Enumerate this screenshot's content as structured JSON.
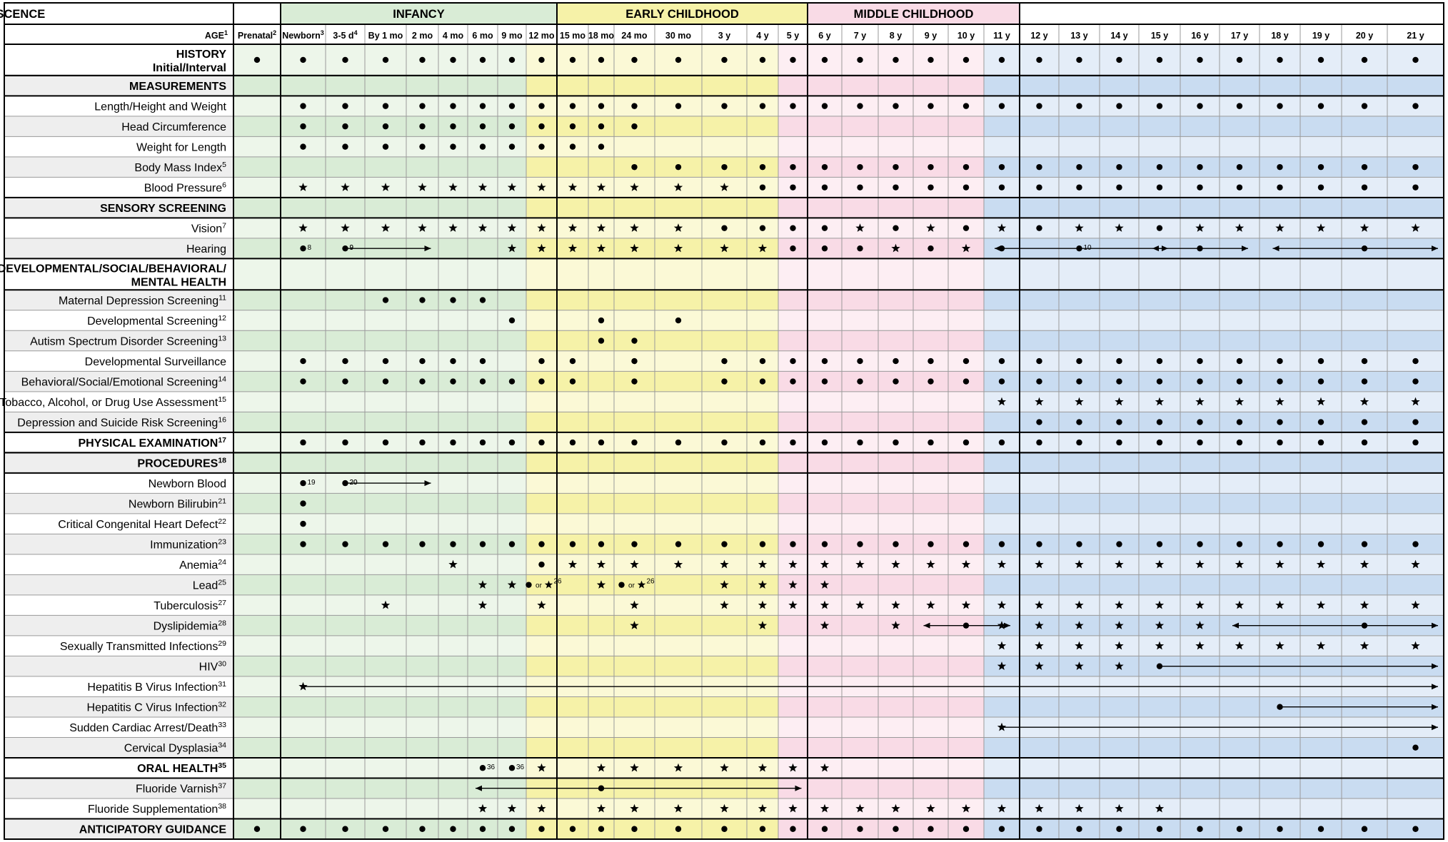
{
  "columns": [
    {
      "label": "Prenatal",
      "sup": "2",
      "period": "infancy"
    },
    {
      "label": "Newborn",
      "sup": "3",
      "period": "infancy"
    },
    {
      "label": "3-5 d",
      "sup": "4",
      "period": "infancy"
    },
    {
      "label": "By 1 mo",
      "sup": "",
      "period": "infancy"
    },
    {
      "label": "2 mo",
      "sup": "",
      "period": "infancy"
    },
    {
      "label": "4 mo",
      "sup": "",
      "period": "infancy"
    },
    {
      "label": "6 mo",
      "sup": "",
      "period": "infancy"
    },
    {
      "label": "9 mo",
      "sup": "",
      "period": "infancy"
    },
    {
      "label": "12 mo",
      "sup": "",
      "period": "early"
    },
    {
      "label": "15 mo",
      "sup": "",
      "period": "early"
    },
    {
      "label": "18 mo",
      "sup": "",
      "period": "early"
    },
    {
      "label": "24 mo",
      "sup": "",
      "period": "early"
    },
    {
      "label": "30 mo",
      "sup": "",
      "period": "early"
    },
    {
      "label": "3 y",
      "sup": "",
      "period": "early"
    },
    {
      "label": "4 y",
      "sup": "",
      "period": "early"
    },
    {
      "label": "5 y",
      "sup": "",
      "period": "middle"
    },
    {
      "label": "6 y",
      "sup": "",
      "period": "middle"
    },
    {
      "label": "7 y",
      "sup": "",
      "period": "middle"
    },
    {
      "label": "8 y",
      "sup": "",
      "period": "middle"
    },
    {
      "label": "9 y",
      "sup": "",
      "period": "middle"
    },
    {
      "label": "10 y",
      "sup": "",
      "period": "middle"
    },
    {
      "label": "11 y",
      "sup": "",
      "period": "adolescence"
    },
    {
      "label": "12 y",
      "sup": "",
      "period": "adolescence"
    },
    {
      "label": "13 y",
      "sup": "",
      "period": "adolescence"
    },
    {
      "label": "14 y",
      "sup": "",
      "period": "adolescence"
    },
    {
      "label": "15 y",
      "sup": "",
      "period": "adolescence"
    },
    {
      "label": "16 y",
      "sup": "",
      "period": "adolescence"
    },
    {
      "label": "17 y",
      "sup": "",
      "period": "adolescence"
    },
    {
      "label": "18 y",
      "sup": "",
      "period": "adolescence"
    },
    {
      "label": "19 y",
      "sup": "",
      "period": "adolescence"
    },
    {
      "label": "20 y",
      "sup": "",
      "period": "adolescence"
    },
    {
      "label": "21 y",
      "sup": "",
      "period": "adolescence"
    }
  ],
  "periods": [
    {
      "key": "infancy",
      "label": "INFANCY",
      "from": 0,
      "to": 7
    },
    {
      "key": "early",
      "label": "EARLY CHILDHOOD",
      "from": 8,
      "to": 14
    },
    {
      "key": "middle",
      "label": "MIDDLE CHILDHOOD",
      "from": 15,
      "to": 20
    },
    {
      "key": "adolescence",
      "label": "ADOLESCENCE",
      "from": 21,
      "to": 31
    }
  ],
  "age_header": {
    "label": "AGE",
    "sup": "1"
  },
  "colors": {
    "infancy": {
      "dark": "#d9ecd6",
      "light": "#edf6ea",
      "header": "#d9ecd6"
    },
    "early": {
      "dark": "#f6f2a8",
      "light": "#fbf9d6",
      "header": "#f6f2a8"
    },
    "middle": {
      "dark": "#f9dbe6",
      "light": "#fdeef3",
      "header": "#f9dbe6"
    },
    "adolescence": {
      "dark": "#c9dcf1",
      "light": "#e4edf8",
      "header": "#c9dcf1"
    },
    "label_dark": "#eeeeee",
    "label_light": "#ffffff",
    "grid": "#9a9a9a",
    "border": "#000000"
  },
  "rows": [
    {
      "label": "HISTORY",
      "sublabel": "Initial/Interval",
      "sup": "",
      "bold": true,
      "cells": "DDDDDDDDDDDDDDDDDDDDDDDDDDDDDDDD"
    },
    {
      "label": "MEASUREMENTS",
      "sup": "",
      "bold": true,
      "cells": "________________________________"
    },
    {
      "label": "Length/Height and Weight",
      "sup": "",
      "cells": "_DDDDDDDDDDDDDDDDDDDDDDDDDDDDDDD"
    },
    {
      "label": "Head Circumference",
      "sup": "",
      "cells": "_DDDDDDDDDDD____________________"
    },
    {
      "label": "Weight for Length",
      "sup": "",
      "cells": "_DDDDDDDDDD_____________________"
    },
    {
      "label": "Body Mass Index",
      "sup": "5",
      "cells": "___________DDDDDDDDDDDDDDDDDDDDD"
    },
    {
      "label": "Blood Pressure",
      "sup": "6",
      "cells": "_SSSSSSSSSSSSSDDDDDDDDDDDDDDDDDD"
    },
    {
      "label": "SENSORY SCREENING",
      "sup": "",
      "bold": true,
      "cells": "________________________________"
    },
    {
      "label": "Vision",
      "sup": "7",
      "cells": "_SSSSSSSSSSSSDDDDSDSDSDSSDSSSSSS"
    },
    {
      "label": "Hearing",
      "sup": "",
      "cells": "_D_____SSSSSSSSDDDSDSD__________",
      "notes": [
        {
          "col": 1,
          "fn": "8"
        },
        {
          "col": 2,
          "fn": "9"
        }
      ],
      "arrows": [
        {
          "from": 2,
          "to": 4,
          "dot": 2,
          "fn": "9"
        },
        {
          "from": 21,
          "to": 25,
          "dot": 23,
          "fn": "10"
        },
        {
          "from": 25,
          "to": 27,
          "dot": 26,
          "fn": ""
        },
        {
          "from": 28,
          "to": 31,
          "dot": 30,
          "fn": ""
        }
      ]
    },
    {
      "label": "DEVELOPMENTAL/SOCIAL/BEHAVIORAL/",
      "sublabel": "MENTAL HEALTH",
      "sup": "",
      "bold": true,
      "cells": "________________________________"
    },
    {
      "label": "Maternal Depression Screening",
      "sup": "11",
      "cells": "___DDDD_________________________"
    },
    {
      "label": "Developmental Screening",
      "sup": "12",
      "cells": "_______D__D_D___________________"
    },
    {
      "label": "Autism Spectrum Disorder Screening",
      "sup": "13",
      "cells": "__________DD____________________"
    },
    {
      "label": "Developmental Surveillance",
      "sup": "",
      "cells": "_DDDDDD_DD_D_DDDDDDDDDDDDDDDDDDD"
    },
    {
      "label": "Behavioral/Social/Emotional Screening",
      "sup": "14",
      "cells": "_DDDDDDDDD_D_DDDDDDDDDDDDDDDDDDD"
    },
    {
      "label": "Tobacco, Alcohol, or Drug Use Assessment",
      "sup": "15",
      "cells": "_____________________SSSSSSSSSSS"
    },
    {
      "label": "Depression and Suicide Risk Screening",
      "sup": "16",
      "cells": "______________________DDDDDDDDDD"
    },
    {
      "label": "PHYSICAL EXAMINATION",
      "sup": "17",
      "bold": true,
      "cells": "_DDDDDDDDDDDDDDDDDDDDDDDDDDDDDDD"
    },
    {
      "label": "PROCEDURES",
      "sup": "18",
      "bold": true,
      "cells": "________________________________"
    },
    {
      "label": "Newborn Blood",
      "sup": "",
      "cells": "_DD_____________________________",
      "notes": [
        {
          "col": 1,
          "fn": "19"
        },
        {
          "col": 2,
          "fn": "20"
        }
      ],
      "arrows": [
        {
          "from": 2,
          "to": 4,
          "dot": 2,
          "fn": "20"
        }
      ]
    },
    {
      "label": "Newborn Bilirubin",
      "sup": "21",
      "cells": "_D______________________________"
    },
    {
      "label": "Critical Congenital Heart Defect",
      "sup": "22",
      "cells": "_D______________________________"
    },
    {
      "label": "Immunization",
      "sup": "23",
      "cells": "_DDDDDDDDDDDDDDDDDDDDDDDDDDDDDDD"
    },
    {
      "label": "Anemia",
      "sup": "24",
      "cells": "_____S__DSSSSSSSSSSSSSSSSSSSSSSS"
    },
    {
      "label": "Lead",
      "sup": "25",
      "cells": "______SSO_SO_SSSS_______________",
      "or_text": "or",
      "or_fn": "26"
    },
    {
      "label": "Tuberculosis",
      "sup": "27",
      "cells": "___S__S_S__S_SSSSSSSSSSSSSSSSSSS"
    },
    {
      "label": "Dyslipidemia",
      "sup": "28",
      "cells": "___________S__S_S_S__SSSSSS_____",
      "arrows": [
        {
          "from": 19,
          "to": 21,
          "dot": 20,
          "fn": ""
        },
        {
          "from": 27,
          "to": 31,
          "dot": 30,
          "fn": ""
        }
      ]
    },
    {
      "label": "Sexually Transmitted Infections",
      "sup": "29",
      "cells": "_____________________SSSSSSSSSSS"
    },
    {
      "label": "HIV",
      "sup": "30",
      "cells": "_____________________SSSS_______",
      "arrows": [
        {
          "from": 25,
          "to": 31,
          "dot": 25,
          "fn": "",
          "left": false
        }
      ]
    },
    {
      "label": "Hepatitis B Virus Infection",
      "sup": "31",
      "cells": "________________________________",
      "arrows": [
        {
          "from": 1,
          "to": 31,
          "star": 1,
          "fn": "",
          "left": false
        }
      ]
    },
    {
      "label": "Hepatitis C Virus Infection",
      "sup": "32",
      "cells": "________________________________",
      "arrows": [
        {
          "from": 28,
          "to": 31,
          "dot": 28,
          "fn": "",
          "left": false
        }
      ]
    },
    {
      "label": "Sudden Cardiac Arrest/Death",
      "sup": "33",
      "cells": "________________________________",
      "arrows": [
        {
          "from": 21,
          "to": 31,
          "star": 21,
          "fn": "",
          "left": false
        }
      ]
    },
    {
      "label": "Cervical Dysplasia",
      "sup": "34",
      "cells": "_______________________________D"
    },
    {
      "label": "ORAL HEALTH",
      "sup": "35",
      "bold": true,
      "cells": "______DDS_SSSSSSS_______________",
      "notes": [
        {
          "col": 6,
          "fn": "36"
        },
        {
          "col": 7,
          "fn": "36"
        }
      ]
    },
    {
      "label": "Fluoride Varnish",
      "sup": "37",
      "cells": "________________________________",
      "arrows": [
        {
          "from": 6,
          "to": 15,
          "dot": 10,
          "fn": ""
        }
      ]
    },
    {
      "label": "Fluoride Supplementation",
      "sup": "38",
      "cells": "______SSS_SSSSSSSSSSSSSSSS______"
    },
    {
      "label": "ANTICIPATORY GUIDANCE",
      "sup": "",
      "bold": true,
      "cells": "DDDDDDDDDDDDDDDDDDDDDDDDDDDDDDDD"
    }
  ]
}
